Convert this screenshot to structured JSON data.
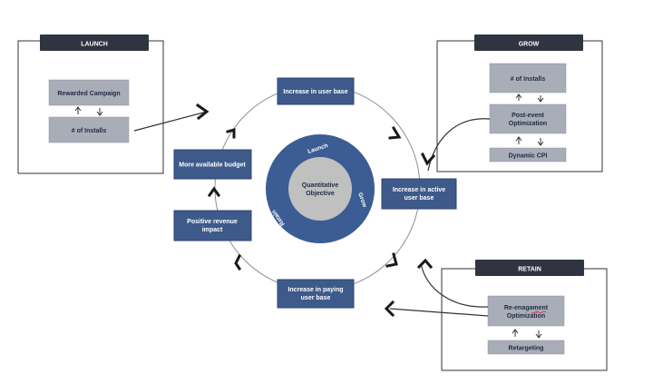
{
  "panels": {
    "launch": {
      "title": "LAUNCH",
      "items": [
        "Rewarded Campaign",
        "# of Installs"
      ]
    },
    "grow": {
      "title": "GROW",
      "items": [
        "# of Installs",
        "Post-event Optimization",
        "Dynamic CPI"
      ]
    },
    "retain": {
      "title": "RETAIN",
      "items": [
        "Re-enagament Optimization",
        "Retargeting"
      ]
    }
  },
  "cycle": {
    "steps": [
      "Increase in user base",
      "Increase in active user base",
      "Increase in paying user base",
      "Positive revenue impact",
      "More available budget"
    ]
  },
  "center": {
    "label": "Quantitative Objective",
    "ring_labels": [
      "Launch",
      "Grow",
      "Retain"
    ]
  },
  "colors": {
    "dark_box": "#3e5a8a",
    "dark_box_border": "#2f4670",
    "light_box": "#a9adb8",
    "light_box_text": "#1f2a44",
    "header": "#2f3440",
    "outer_ring": "#3b5d94",
    "inner_circle": "#c0c0c0",
    "arrow": "#222222"
  }
}
